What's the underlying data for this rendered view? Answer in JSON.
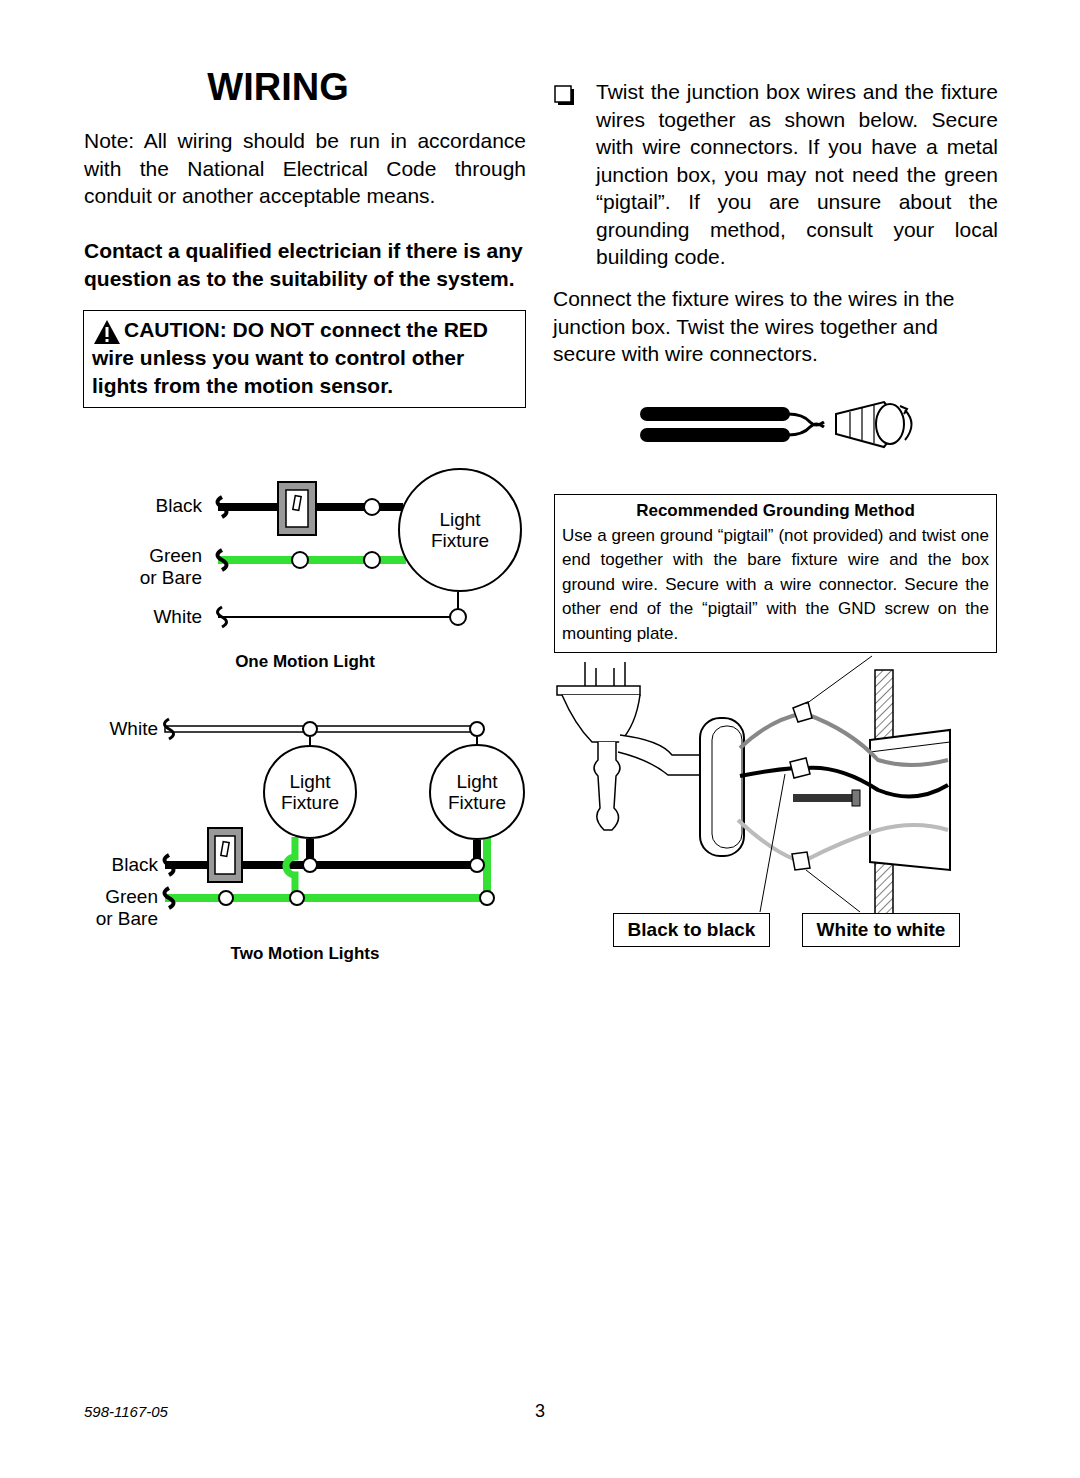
{
  "diagram": {
    "title": "WIRING",
    "nodes": [
      {
        "text": [
          "CAUTION: DO NOT connect the RED wire unless you want to control other lights from the motion sensor."
        ]
      },
      {
        "text": [
          "Light Fixture"
        ]
      },
      {
        "text": [
          "Light Fixture"
        ]
      },
      {
        "text": [
          "Light Fixture"
        ]
      },
      {
        "text": [
          "Recommended Grounding Method",
          "Use a green ground “pigtail” (not provided) and twist one end together with the bare fixture wire and the box ground wire. Secure with a wire connector. Secure the other end of the “pigtail” with the GND screw on the mounting plate."
        ]
      },
      {
        "text": [
          "Black to black"
        ]
      },
      {
        "text": [
          "White to white"
        ]
      }
    ],
    "edges": [
      {
        "from": 2,
        "to": 3,
        "arrow": "none"
      }
    ],
    "labels": [
      "Note: All wiring should be run in accordance with the National Electrical Code through conduit or another acceptable means.",
      "Contact a qualified electrician if there is any question as to the suitability of the system.",
      "Black",
      "Green or Bare",
      "White",
      "One Motion Light",
      "White",
      "Black",
      "Green or Bare",
      "Two Motion Lights",
      "Twist the junction box wires and the fixture wires together as shown below. Secure with wire connectors. If you have a metal junction box, you may not need the green “pigtail”. If you are unsure about the grounding method, consult your local building code.",
      "Connect the fixture wires to the wires in the junction box. Twist the wires together and secure with wire connectors.",
      "598-1167-05",
      "3"
    ]
  }
}
